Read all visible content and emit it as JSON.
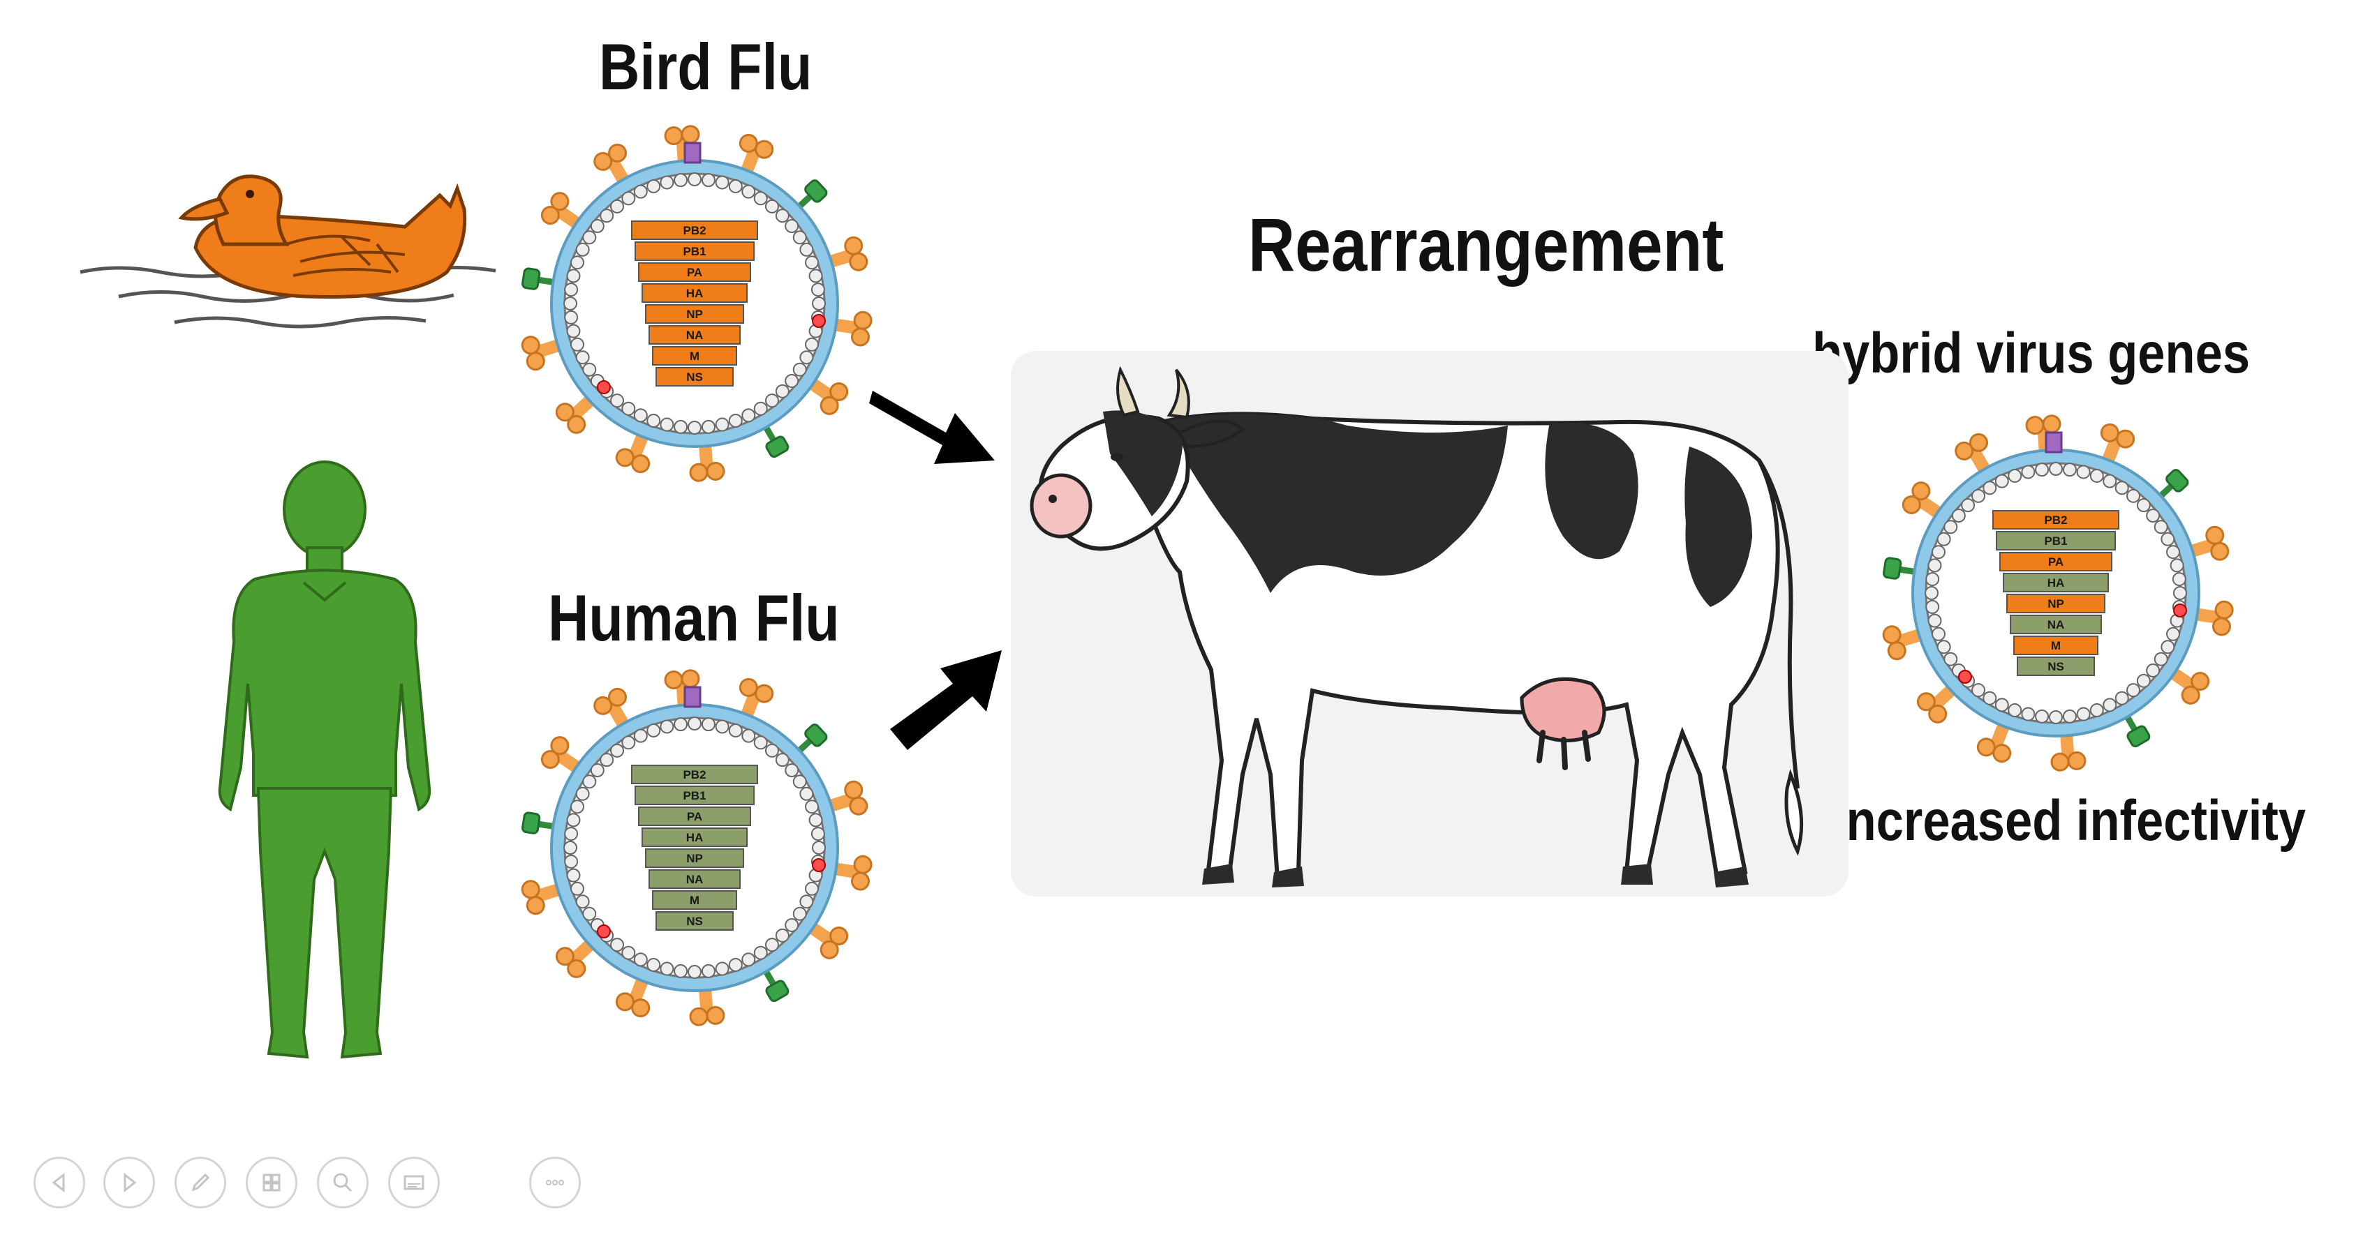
{
  "labels": {
    "bird_flu": "Bird Flu",
    "human_flu": "Human Flu",
    "rearrangement": "Rearrangement",
    "hybrid": "hybrid virus genes",
    "infectivity": "Increased infectivity"
  },
  "segments": [
    "PB2",
    "PB1",
    "PA",
    "HA",
    "NP",
    "NA",
    "M",
    "NS"
  ],
  "hybrid_segment_colors": [
    "orange",
    "green",
    "orange",
    "green",
    "orange",
    "green",
    "orange",
    "green"
  ],
  "colors": {
    "avian_orange": "#ef7d1a",
    "human_green": "#8c9f6a",
    "figure_green": "#4a9e2f",
    "spike_orange": "#f4a24b",
    "envelope_blue": "#8ec9ea",
    "arrow": "#000000"
  },
  "controls": [
    {
      "name": "previous-slide-button",
      "icon": "triangle-left-icon"
    },
    {
      "name": "next-slide-button",
      "icon": "triangle-right-icon"
    },
    {
      "name": "pen-tool-button",
      "icon": "pen-icon"
    },
    {
      "name": "slide-sorter-button",
      "icon": "grid-icon"
    },
    {
      "name": "zoom-button",
      "icon": "magnifier-icon"
    },
    {
      "name": "subtitles-button",
      "icon": "subtitles-icon"
    },
    {
      "name": "more-options-button",
      "icon": "ellipsis-icon"
    }
  ]
}
